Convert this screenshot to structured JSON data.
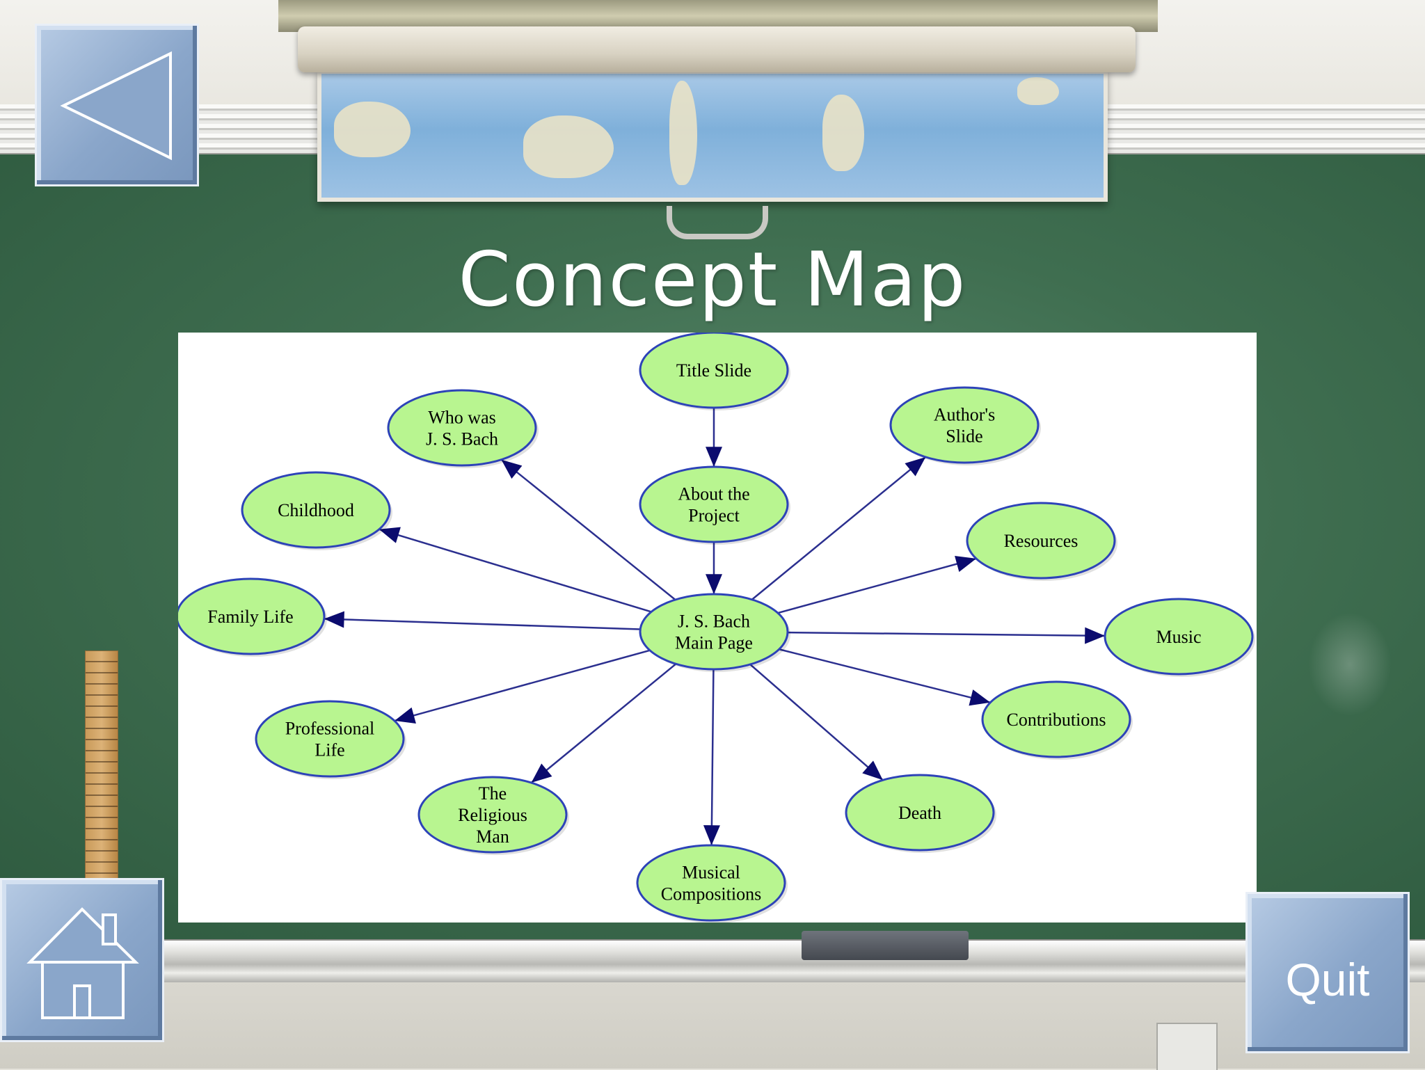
{
  "page": {
    "title": "Concept Map"
  },
  "navigation": {
    "back_icon": "triangle-left-icon",
    "home_icon": "house-icon",
    "quit_label": "Quit"
  },
  "colors": {
    "node_fill": "#b8f590",
    "node_stroke": "#2d43b8",
    "edge_stroke": "#2b2f8f",
    "arrowhead": "#0b0b6e",
    "chalkboard": "#3f6e50",
    "button": "#8aa6ca"
  },
  "diagram": {
    "nodes": [
      {
        "id": "title_slide",
        "lines": [
          "Title Slide"
        ]
      },
      {
        "id": "about",
        "lines": [
          "About the",
          "Project"
        ]
      },
      {
        "id": "main",
        "lines": [
          "J. S. Bach",
          "Main Page"
        ]
      },
      {
        "id": "who",
        "lines": [
          "Who was",
          "J. S. Bach"
        ]
      },
      {
        "id": "author",
        "lines": [
          "Author's",
          "Slide"
        ]
      },
      {
        "id": "childhood",
        "lines": [
          "Childhood"
        ]
      },
      {
        "id": "resources",
        "lines": [
          "Resources"
        ]
      },
      {
        "id": "family",
        "lines": [
          "Family Life"
        ]
      },
      {
        "id": "music",
        "lines": [
          "Music"
        ]
      },
      {
        "id": "professional",
        "lines": [
          "Professional",
          "Life"
        ]
      },
      {
        "id": "contributions",
        "lines": [
          "Contributions"
        ]
      },
      {
        "id": "religious",
        "lines": [
          "The",
          "Religious",
          "Man"
        ]
      },
      {
        "id": "death",
        "lines": [
          "Death"
        ]
      },
      {
        "id": "compositions",
        "lines": [
          "Musical",
          "Compositions"
        ]
      }
    ],
    "edges": [
      {
        "from": "title_slide",
        "to": "about"
      },
      {
        "from": "about",
        "to": "main"
      },
      {
        "from": "main",
        "to": "who"
      },
      {
        "from": "main",
        "to": "author"
      },
      {
        "from": "main",
        "to": "childhood"
      },
      {
        "from": "main",
        "to": "resources"
      },
      {
        "from": "main",
        "to": "family"
      },
      {
        "from": "main",
        "to": "music"
      },
      {
        "from": "main",
        "to": "professional"
      },
      {
        "from": "main",
        "to": "contributions"
      },
      {
        "from": "main",
        "to": "religious"
      },
      {
        "from": "main",
        "to": "death"
      },
      {
        "from": "main",
        "to": "compositions"
      }
    ]
  }
}
